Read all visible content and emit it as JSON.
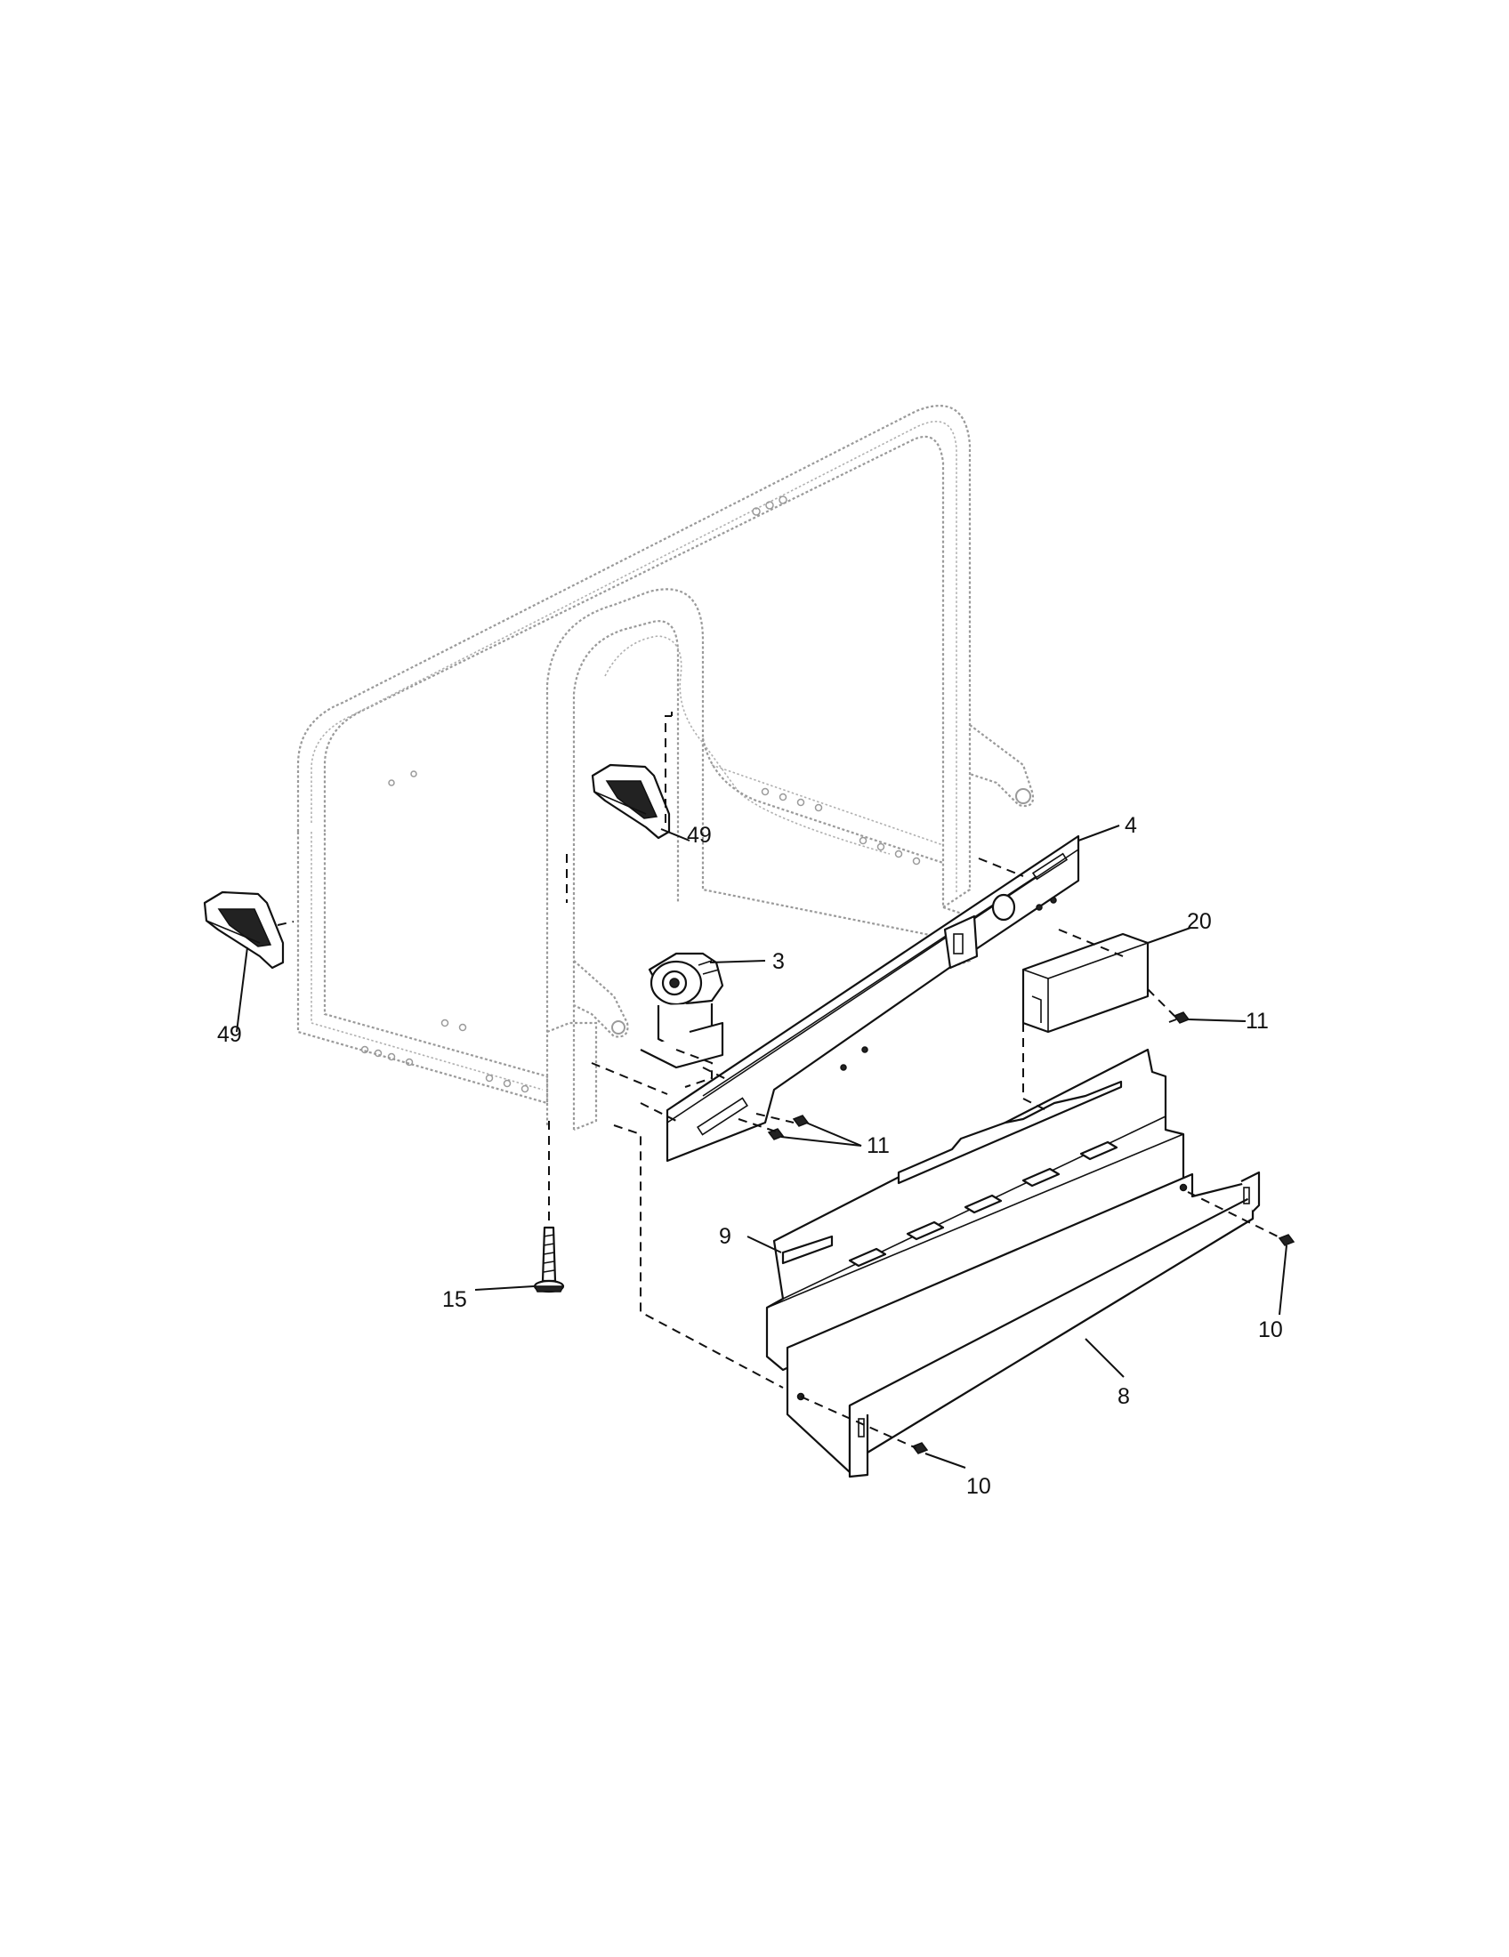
{
  "callouts": [
    {
      "id": "49-left",
      "label": "49"
    },
    {
      "id": "49-right",
      "label": "49"
    },
    {
      "id": "3",
      "label": "3"
    },
    {
      "id": "4",
      "label": "4"
    },
    {
      "id": "20",
      "label": "20"
    },
    {
      "id": "11-right",
      "label": "11"
    },
    {
      "id": "11-center",
      "label": "11"
    },
    {
      "id": "9",
      "label": "9"
    },
    {
      "id": "15",
      "label": "15"
    },
    {
      "id": "10-right",
      "label": "10"
    },
    {
      "id": "8",
      "label": "8"
    },
    {
      "id": "10-bottom",
      "label": "10"
    }
  ]
}
